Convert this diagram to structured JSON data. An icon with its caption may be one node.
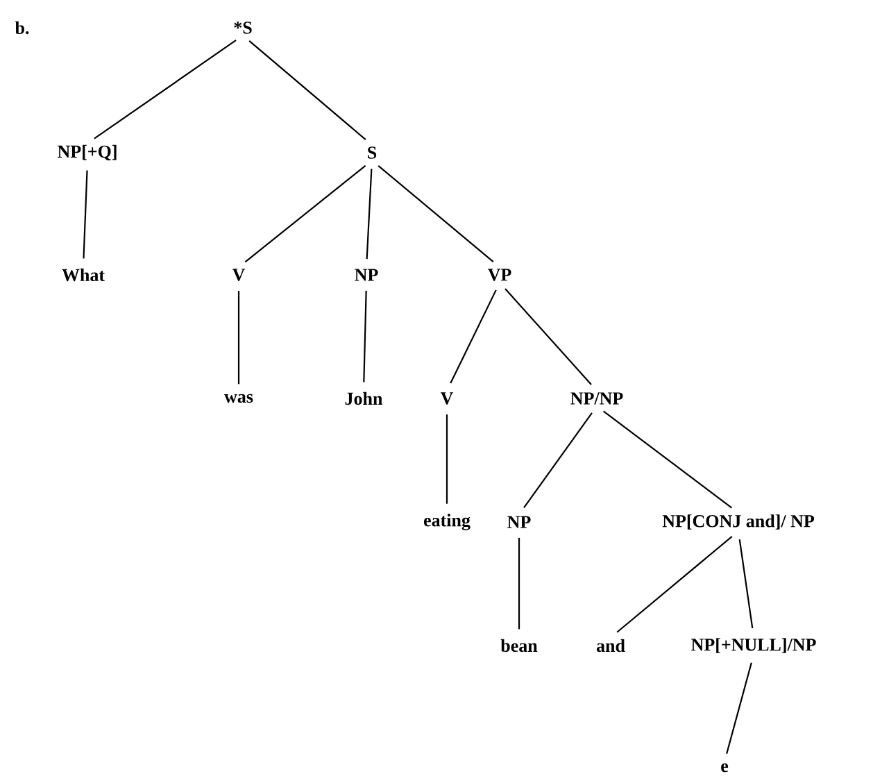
{
  "diagram": {
    "nodes": [
      {
        "text": [
          "*S"
        ]
      },
      {
        "text": [
          "NP[+Q]"
        ]
      },
      {
        "text": [
          "S"
        ]
      },
      {
        "text": [
          "What"
        ]
      },
      {
        "text": [
          "V"
        ]
      },
      {
        "text": [
          "NP"
        ]
      },
      {
        "text": [
          "VP"
        ]
      },
      {
        "text": [
          "was"
        ]
      },
      {
        "text": [
          "John"
        ]
      },
      {
        "text": [
          "V"
        ]
      },
      {
        "text": [
          "NP/NP"
        ]
      },
      {
        "text": [
          "eating"
        ]
      },
      {
        "text": [
          "NP"
        ]
      },
      {
        "text": [
          "NP[CONJ and]/ NP"
        ]
      },
      {
        "text": [
          "bean"
        ]
      },
      {
        "text": [
          "and"
        ]
      },
      {
        "text": [
          "NP[+NULL]/NP"
        ]
      },
      {
        "text": [
          "e"
        ]
      }
    ],
    "edges": [
      {
        "from": 0,
        "to": 1,
        "arrow": "none"
      },
      {
        "from": 0,
        "to": 2,
        "arrow": "none"
      },
      {
        "from": 1,
        "to": 3,
        "arrow": "none"
      },
      {
        "from": 2,
        "to": 4,
        "arrow": "none"
      },
      {
        "from": 2,
        "to": 5,
        "arrow": "none"
      },
      {
        "from": 2,
        "to": 6,
        "arrow": "none"
      },
      {
        "from": 4,
        "to": 7,
        "arrow": "none"
      },
      {
        "from": 5,
        "to": 8,
        "arrow": "none"
      },
      {
        "from": 6,
        "to": 9,
        "arrow": "none"
      },
      {
        "from": 6,
        "to": 10,
        "arrow": "none"
      },
      {
        "from": 9,
        "to": 11,
        "arrow": "none"
      },
      {
        "from": 10,
        "to": 12,
        "arrow": "none"
      },
      {
        "from": 10,
        "to": 13,
        "arrow": "none"
      },
      {
        "from": 12,
        "to": 14,
        "arrow": "none"
      },
      {
        "from": 13,
        "to": 15,
        "arrow": "none"
      },
      {
        "from": 13,
        "to": 16,
        "arrow": "none"
      },
      {
        "from": 16,
        "to": 17,
        "arrow": "none"
      }
    ],
    "labels": [
      "b."
    ]
  }
}
